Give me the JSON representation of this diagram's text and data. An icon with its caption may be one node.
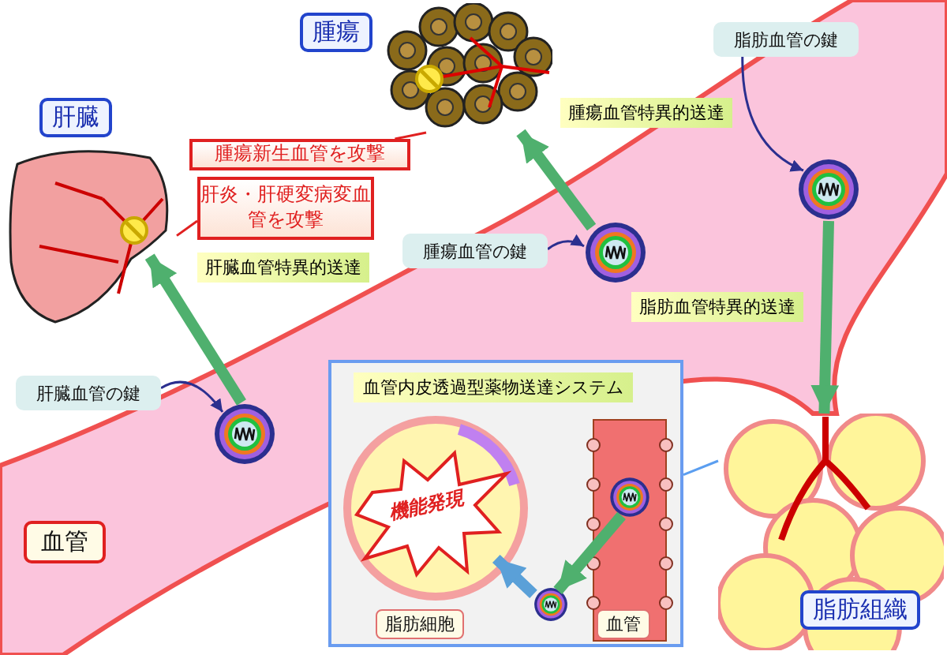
{
  "diagram": {
    "nodes": [
      {
        "text": [
          "腫瘍"
        ]
      },
      {
        "text": [
          "腫瘍新生血管を攻撃"
        ]
      },
      {
        "text": [
          "肝臓"
        ]
      },
      {
        "text": [
          "肝炎・肝硬変病変血管を攻撃"
        ]
      },
      {
        "text": [],
        "shape": "circle"
      },
      {
        "text": [
          "肝臓血管の鍵"
        ]
      },
      {
        "text": [],
        "shape": "circle"
      },
      {
        "text": [
          "腫瘍血管の鍵"
        ]
      },
      {
        "text": [],
        "shape": "circle"
      },
      {
        "text": [
          "脂肪血管の鍵"
        ]
      },
      {
        "text": [
          "脂肪組織"
        ]
      },
      {
        "text": [
          "血管"
        ]
      },
      {
        "text": [
          "血管内皮透過型薬物送達システム"
        ]
      },
      {
        "text": [
          "脂肪細胞",
          "機能発現"
        ],
        "in": 12
      },
      {
        "text": [
          "血管"
        ],
        "in": 12
      },
      {
        "text": [],
        "shape": "circle",
        "in": 14
      },
      {
        "text": [],
        "shape": "circle",
        "in": 12
      }
    ],
    "edges": [
      {
        "from": 4,
        "to": 2,
        "arrow": "to",
        "label": "肝臓血管特異的送達",
        "style": "thick"
      },
      {
        "from": 6,
        "to": 0,
        "arrow": "to",
        "label": "腫瘍血管特異的送達",
        "style": "thick"
      },
      {
        "from": 8,
        "to": 10,
        "arrow": "to",
        "label": "脂肪血管特異的送達",
        "style": "thick"
      },
      {
        "from": 1,
        "to": 0,
        "arrow": "none",
        "color": "#e02020"
      },
      {
        "from": 3,
        "to": 2,
        "arrow": "none",
        "color": "#e02020"
      },
      {
        "from": 5,
        "to": 4,
        "arrow": "to",
        "color": "#2b2f8f"
      },
      {
        "from": 7,
        "to": 6,
        "arrow": "to",
        "color": "#2b2f8f"
      },
      {
        "from": 9,
        "to": 8,
        "arrow": "to",
        "color": "#2b2f8f"
      },
      {
        "from": 15,
        "to": 16,
        "arrow": "to",
        "style": "thick"
      },
      {
        "from": 16,
        "to": 13,
        "arrow": "to",
        "style": "thick",
        "color": "#5aa0d8"
      },
      {
        "from": 12,
        "to": 10,
        "arrow": "none",
        "color": "#5b9ef0"
      }
    ]
  }
}
